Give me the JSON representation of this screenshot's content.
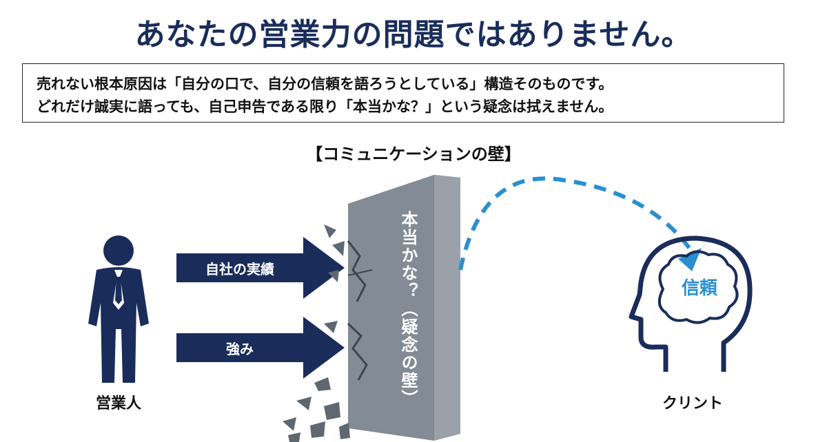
{
  "title": "あなたの営業力の問題ではありません。",
  "explanation": {
    "line1": "売れない根本原因は「自分の口で、自分の信頼を語ろうとしている」構造そのものです。",
    "line2": "どれだけ誠実に語っても、自己申告である限り「本当かな？」という疑念は拭えません。"
  },
  "diagram": {
    "heading": "【コミュニケーションの壁】",
    "arrows": [
      {
        "label": "自社の実績"
      },
      {
        "label": "強み"
      }
    ],
    "wall_text": "本当かな？（疑念の壁）",
    "person_label": "営業人",
    "client_label": "クリント",
    "trust_label": "信頼"
  },
  "colors": {
    "navy": "#1a2d5a",
    "wall": "#7d868f",
    "accent_blue": "#2a8fd0"
  }
}
